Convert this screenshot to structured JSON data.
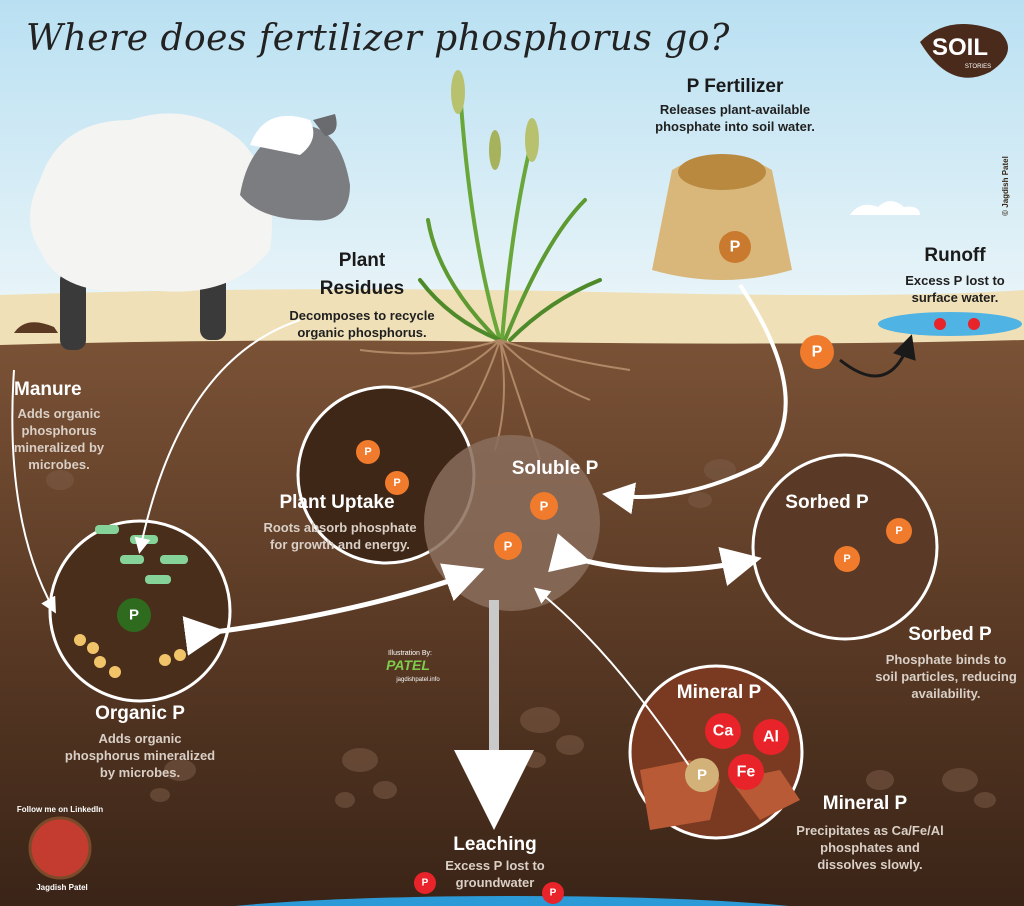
{
  "title": "Where does fertilizer phosphorus go?",
  "logo": {
    "text": "SOIL",
    "sub": "STORIES"
  },
  "copyright": "© Jagdish Patel",
  "labels": {
    "p_fertilizer": {
      "title": "P Fertilizer",
      "desc1": "Releases plant-available",
      "desc2": "phosphate into soil water."
    },
    "runoff": {
      "title": "Runoff",
      "desc1": "Excess P lost to",
      "desc2": "surface water."
    },
    "plant_residues": {
      "title1": "Plant",
      "title2": "Residues",
      "desc1": "Decomposes to recycle",
      "desc2": "organic phosphorus."
    },
    "manure": {
      "title": "Manure",
      "desc1": "Adds organic",
      "desc2": "phosphorus",
      "desc3": "mineralized by",
      "desc4": "microbes."
    },
    "plant_uptake": {
      "title": "Plant Uptake",
      "desc1": "Roots absorb phosphate",
      "desc2": "for growth and energy."
    },
    "soluble_p": {
      "title": "Soluble P"
    },
    "sorbed_p_circle": {
      "title": "Sorbed P"
    },
    "sorbed_p": {
      "title": "Sorbed P",
      "desc1": "Phosphate binds to",
      "desc2": "soil particles, reducing",
      "desc3": "availability."
    },
    "organic_p": {
      "title": "Organic P",
      "desc1": "Adds organic",
      "desc2": "phosphorus mineralized",
      "desc3": "by microbes."
    },
    "mineral_p_circle": {
      "title": "Mineral P"
    },
    "mineral_p": {
      "title": "Mineral P",
      "desc1": "Precipitates as Ca/Fe/Al",
      "desc2": "phosphates and",
      "desc3": "dissolves slowly."
    },
    "leaching": {
      "title": "Leaching",
      "desc1": "Excess P lost to",
      "desc2": "groundwater"
    }
  },
  "markers": {
    "p": "P",
    "ca": "Ca",
    "al": "Al",
    "fe": "Fe"
  },
  "credits": {
    "illustration_by": "Illustration By:",
    "author_logo": "PATEL",
    "site": "jagdishpatel.info",
    "follow": "Follow me on LinkedIn",
    "name": "Jagdish Patel"
  },
  "colors": {
    "sky": "#cfe9f5",
    "soil_top": "#6e4a33",
    "soil_bottom": "#3a2417",
    "p_marker": "#f07b2c",
    "p_ion": "#e8322f",
    "organic_p": "#2e6b1e",
    "mineral_ion": "#e8232a"
  }
}
